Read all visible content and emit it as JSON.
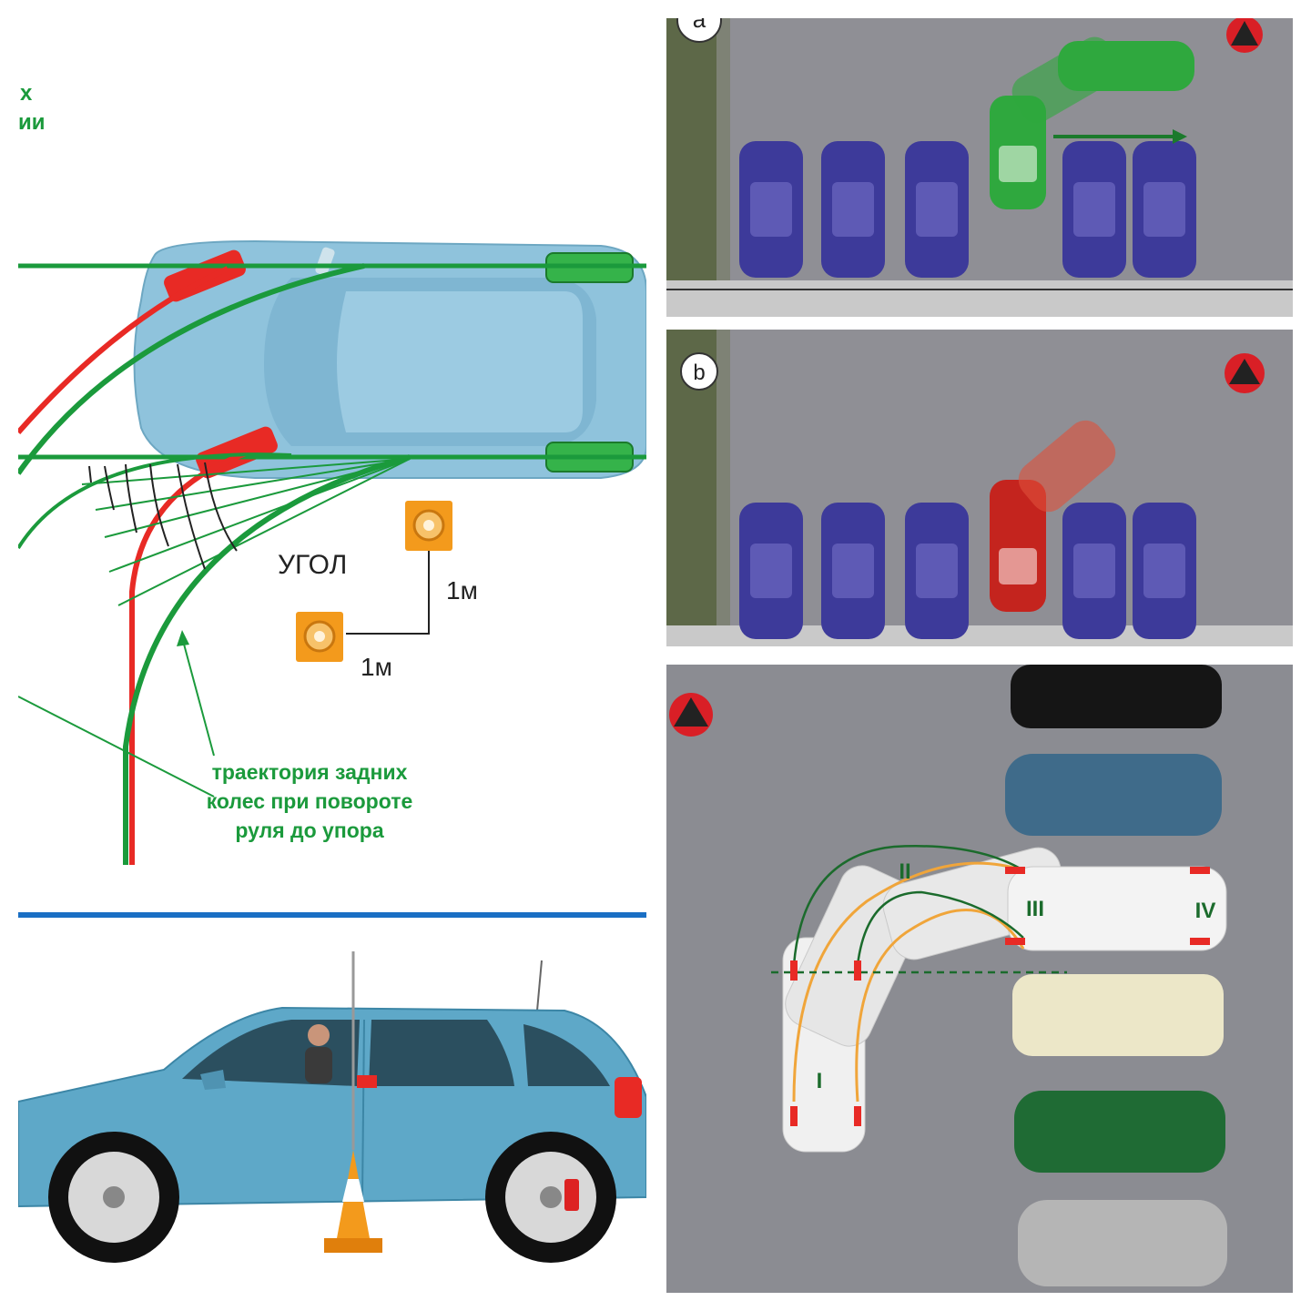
{
  "left_diagram": {
    "partial_label_line1": "х",
    "partial_label_line2": "ии",
    "corner_label": "УГОЛ",
    "dimension_vertical": "1м",
    "dimension_horizontal": "1м",
    "trajectory_caption_line1": "траектория задних",
    "trajectory_caption_line2": "колес при повороте",
    "trajectory_caption_line3": "руля до упора"
  },
  "panel_a": {
    "letter": "a"
  },
  "panel_b": {
    "letter": "b"
  },
  "panel_c": {
    "position_labels": [
      "I",
      "II",
      "III",
      "IV"
    ]
  },
  "colors": {
    "green_trajectory": "#1b9a3c",
    "red_trajectory": "#e82a25",
    "divider_blue": "#1a6fc4",
    "car_body_blue": "#7fb8d4",
    "parked_purple": "#3d3a9a",
    "asphalt": "#8f8f95",
    "cone_orange": "#f39a1c"
  },
  "icons": {
    "watermark": "triangle-logo-icon",
    "cone": "traffic-cone-icon"
  }
}
